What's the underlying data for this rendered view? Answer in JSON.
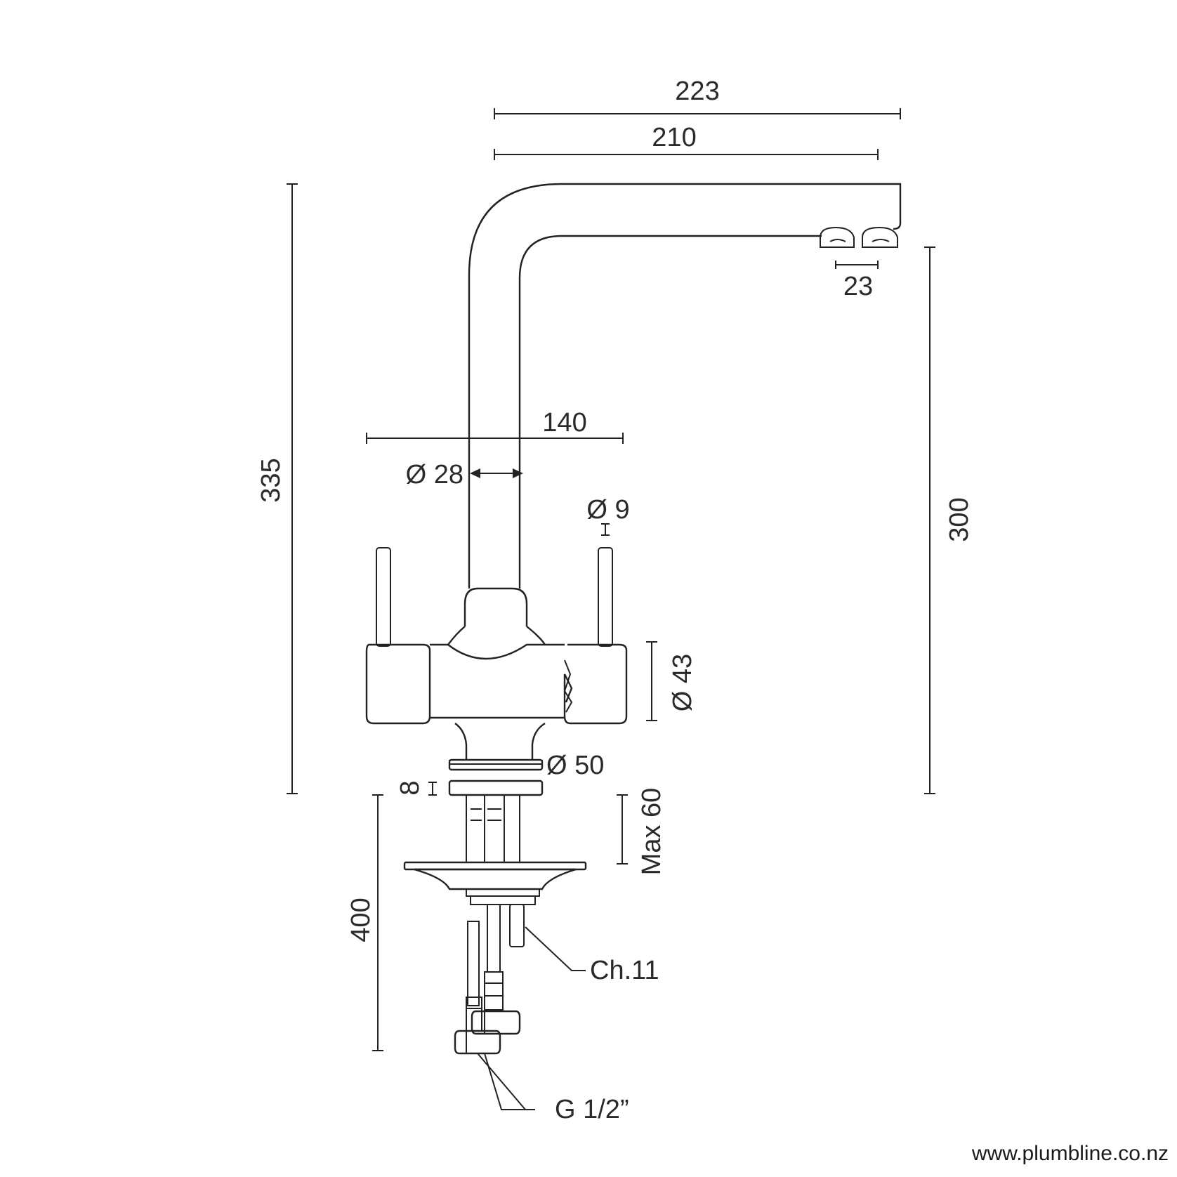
{
  "diagram": {
    "dimensions": {
      "overall_reach": "223",
      "spout_reach": "210",
      "aerator_spacing": "23",
      "handle_span": "140",
      "spout_diameter": "Ø 28",
      "handle_diameter": "Ø 9",
      "overall_height": "335",
      "outlet_height": "300",
      "body_diameter": "Ø 43",
      "base_diameter": "Ø 50",
      "base_thickness": "8",
      "max_bench_thickness": "Max 60",
      "hose_length": "400",
      "nut_size": "Ch.11",
      "connection_thread": "G 1/2”"
    },
    "watermark": "www.plumbline.co.nz"
  }
}
